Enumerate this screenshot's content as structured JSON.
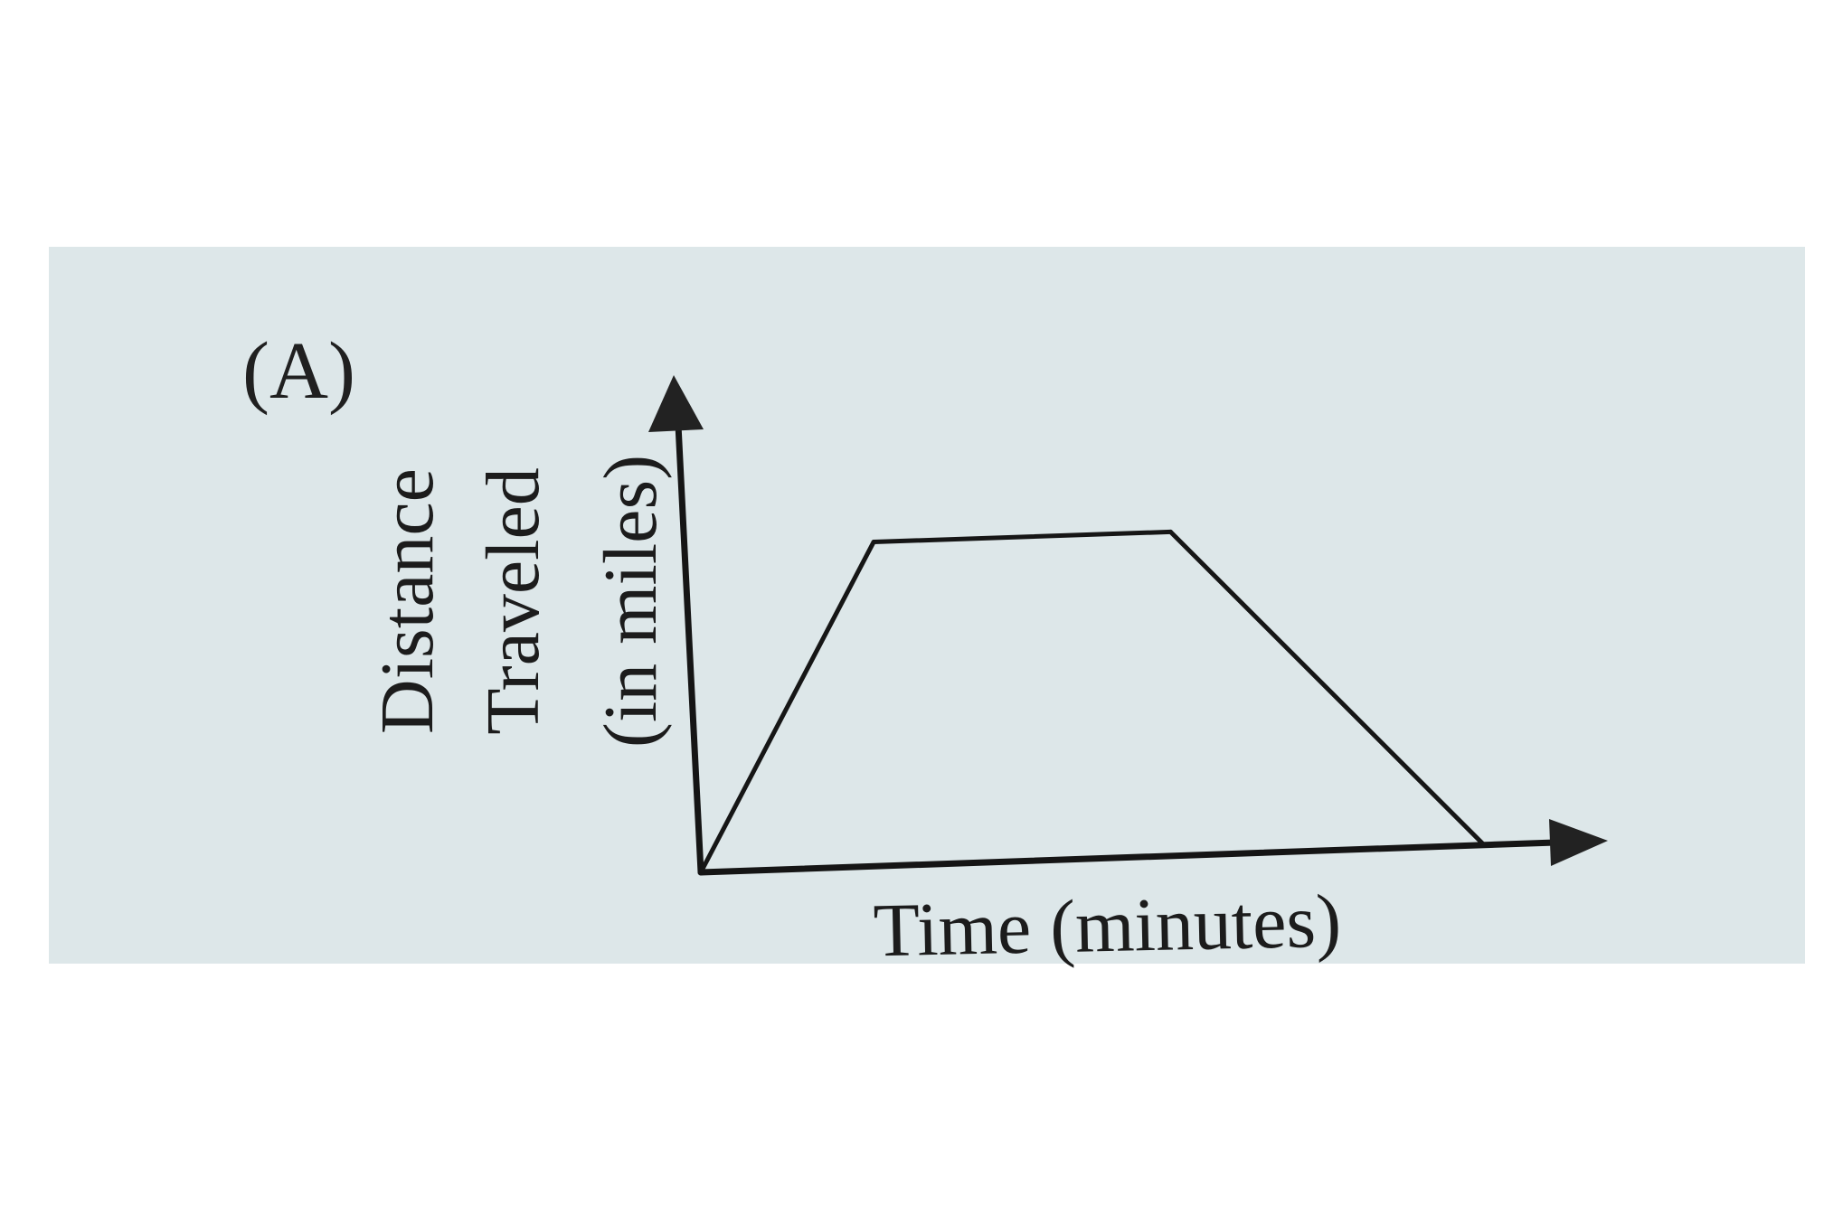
{
  "panel_label": "(A)",
  "chart_data": {
    "type": "line",
    "xlabel": "Time (minutes)",
    "ylabel_lines": [
      "Distance",
      "Traveled",
      "(in miles)"
    ],
    "axes_ticks": "none",
    "grid": false,
    "series": [
      {
        "x": [
          0,
          0.22,
          0.6,
          1.0
        ],
        "y": [
          0,
          0.6,
          0.6,
          0
        ]
      }
    ],
    "xlim": [
      0,
      1.0
    ],
    "ylim": [
      0,
      1.0
    ],
    "colors": {
      "background": "#dde7e9",
      "ink": "#161616"
    }
  }
}
